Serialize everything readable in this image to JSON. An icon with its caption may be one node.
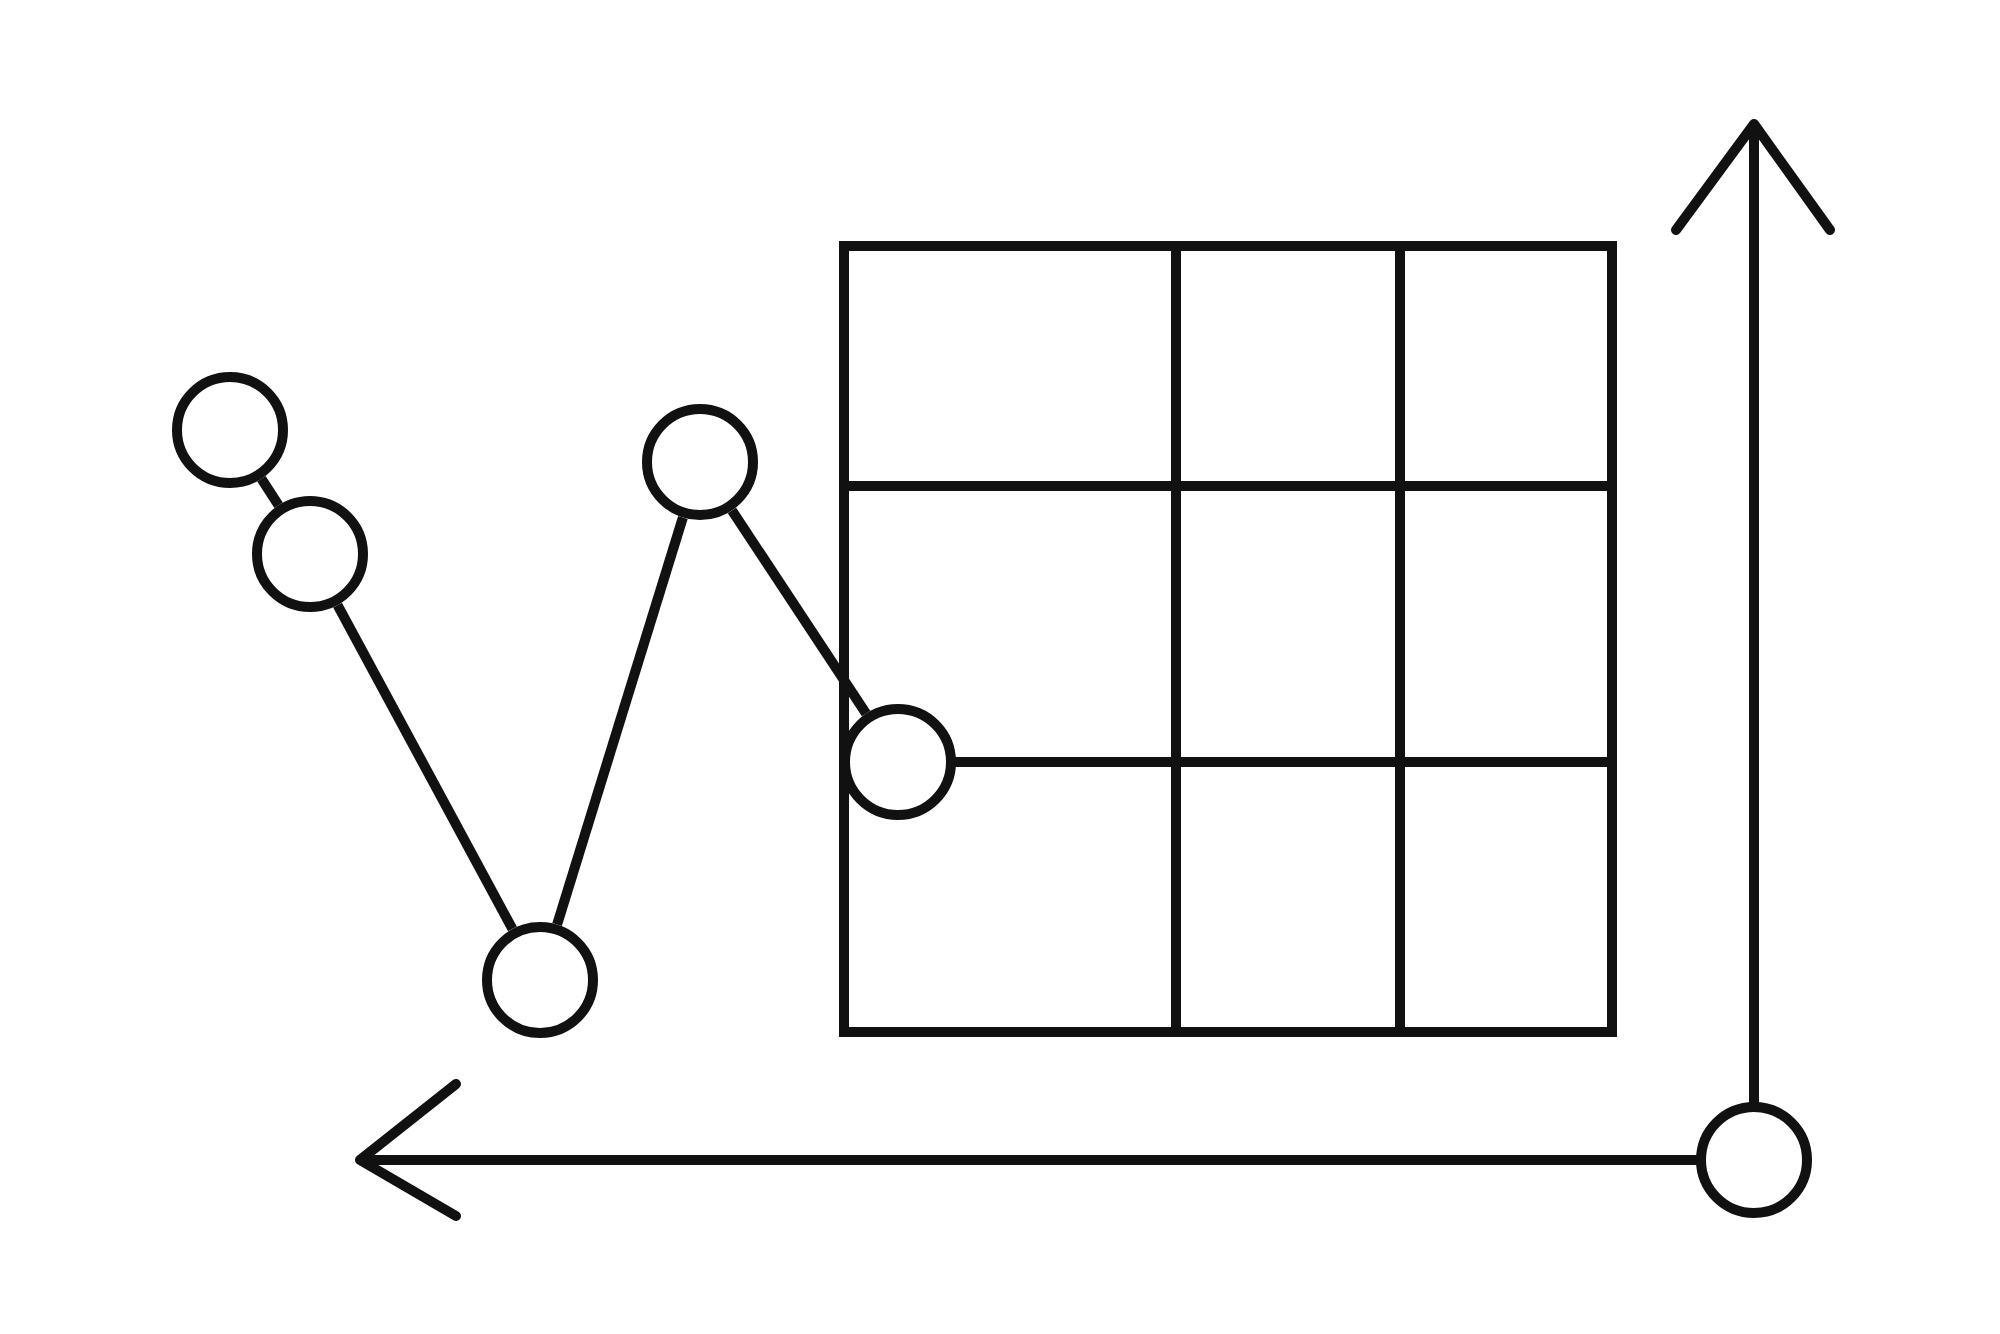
{
  "diagram": {
    "nodes": [
      {
        "text": [],
        "shape": "circle"
      },
      {
        "text": [],
        "shape": "circle"
      },
      {
        "text": [],
        "shape": "circle"
      },
      {
        "text": [],
        "shape": "circle"
      },
      {
        "text": [],
        "shape": "circle"
      },
      {
        "text": [],
        "shape": "circle"
      }
    ],
    "edges": [
      {
        "from": 0,
        "to": 1,
        "arrow": "none"
      },
      {
        "from": 1,
        "to": 2,
        "arrow": "none"
      },
      {
        "from": 2,
        "to": 3,
        "arrow": "none"
      },
      {
        "from": 3,
        "to": 4,
        "arrow": "none"
      }
    ]
  }
}
